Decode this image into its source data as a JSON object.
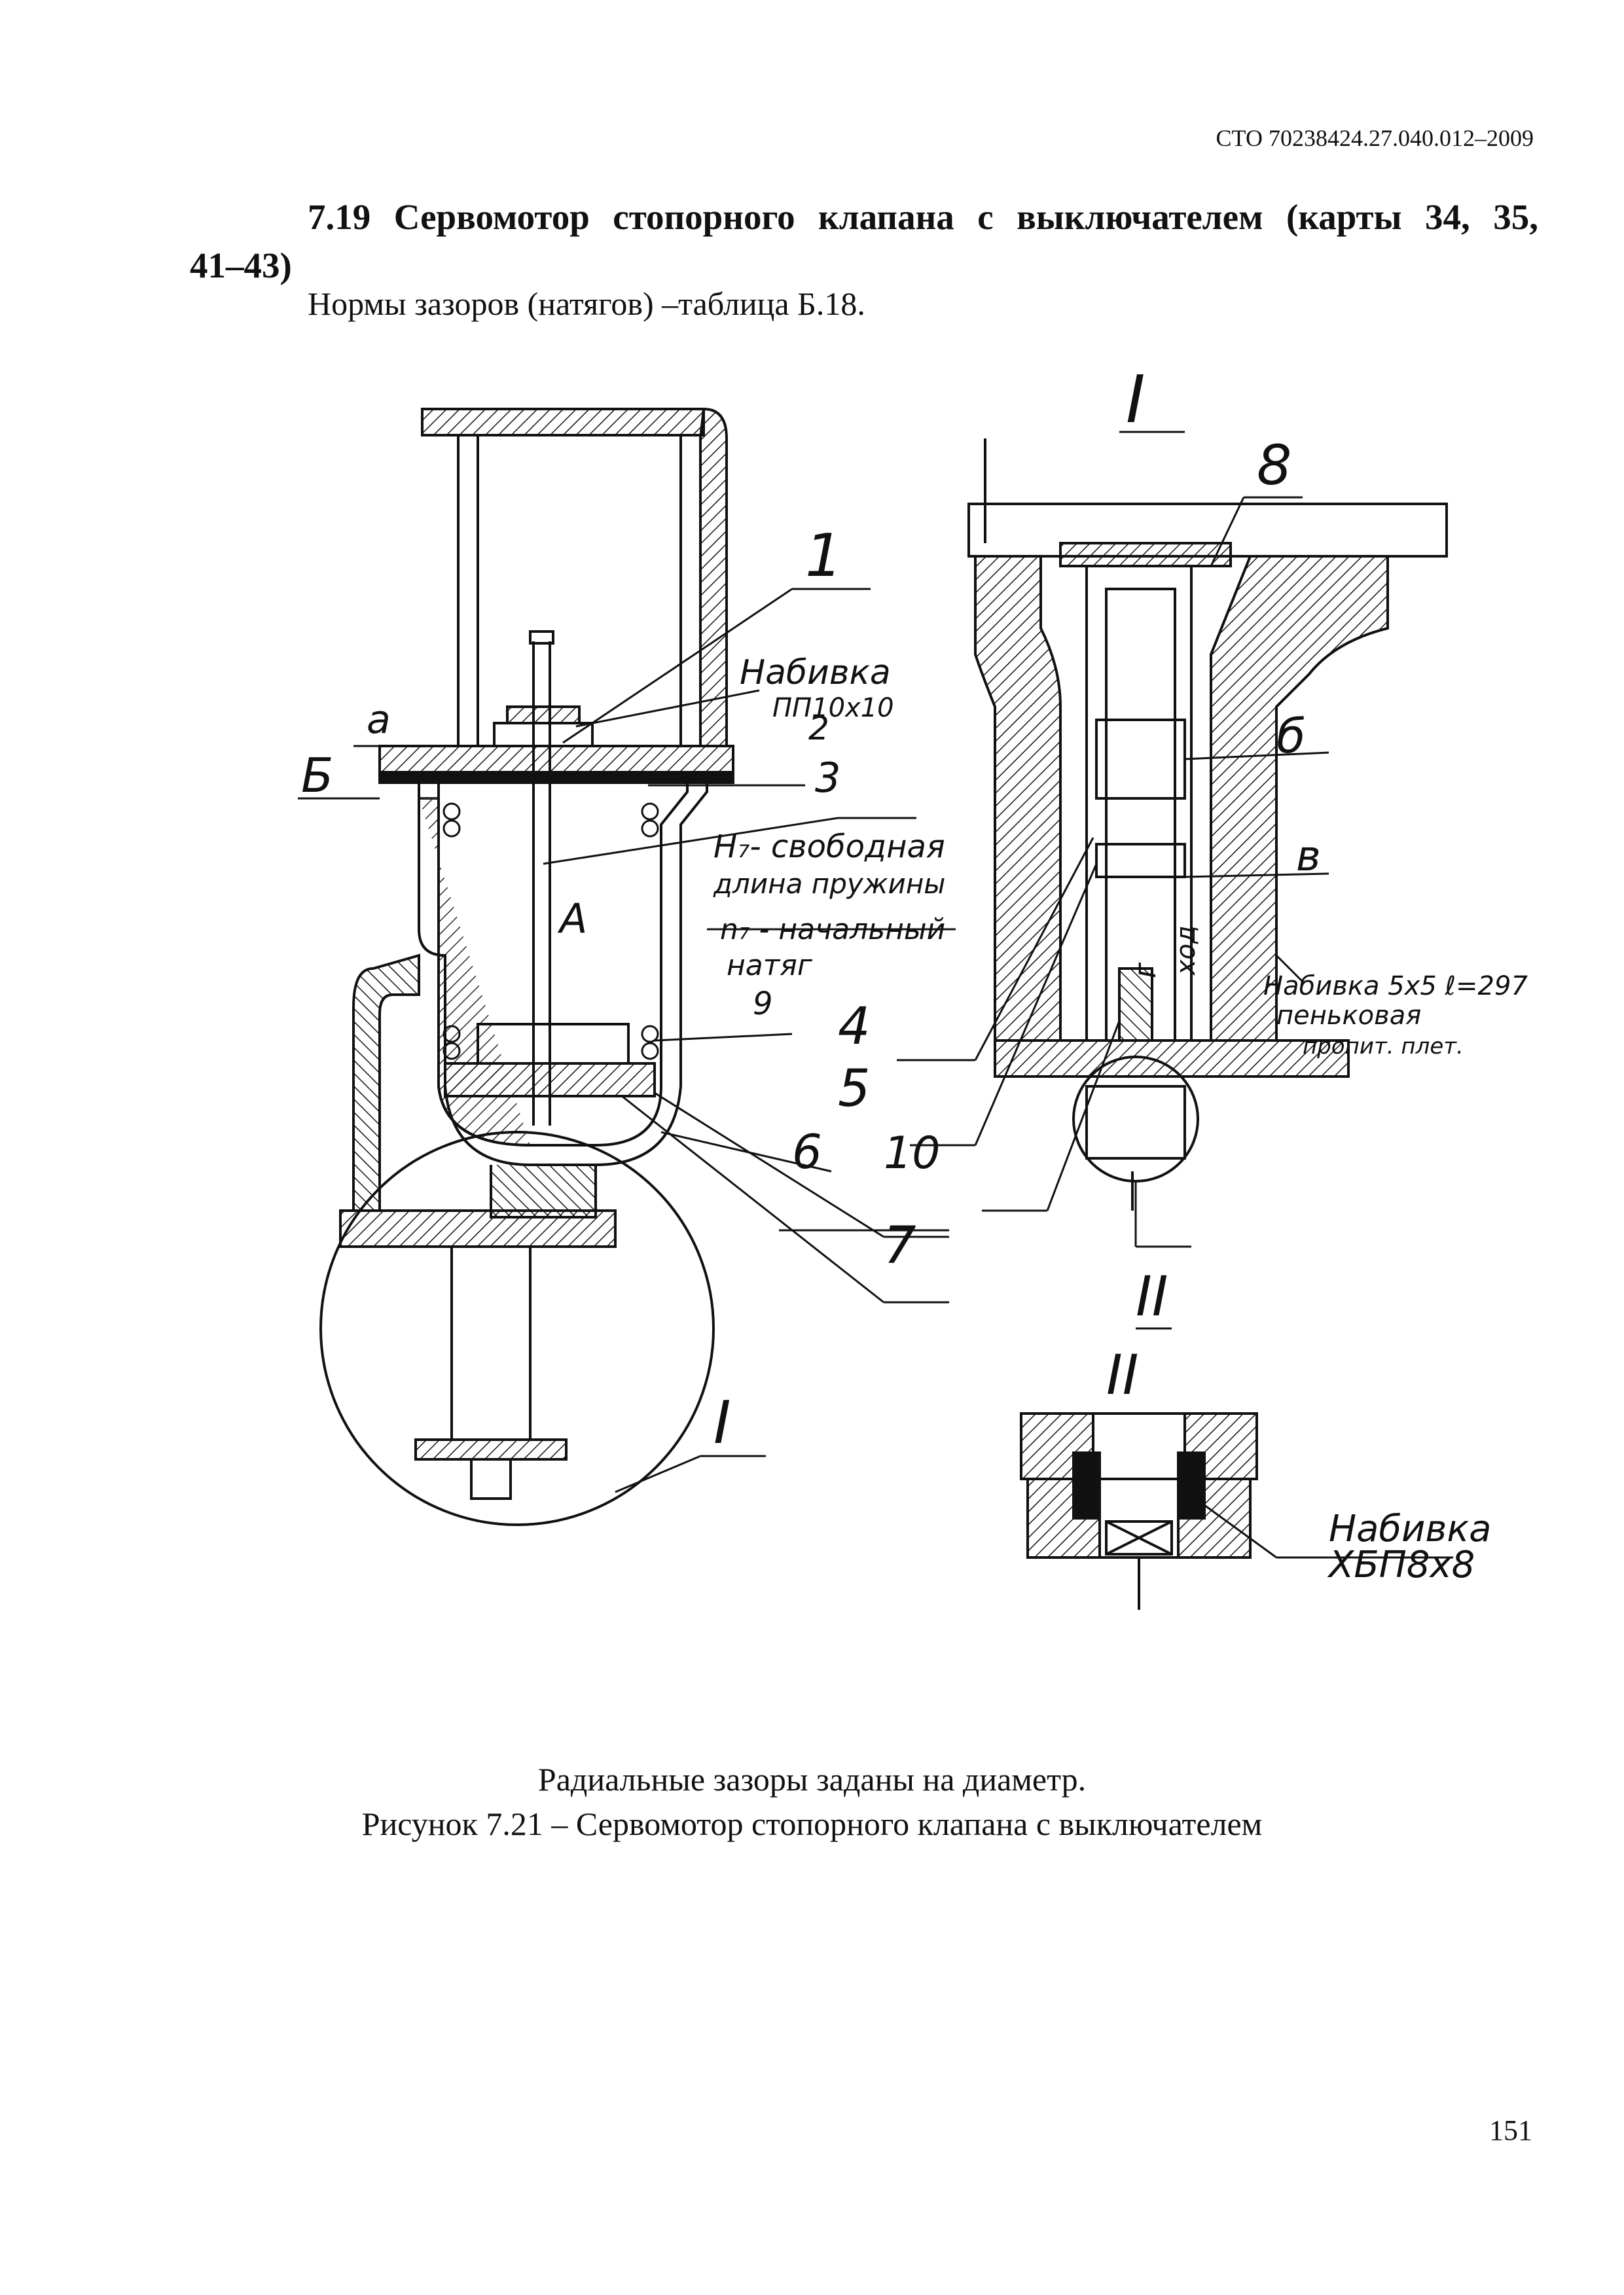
{
  "header": {
    "document_code": "СТО 70238424.27.040.012–2009"
  },
  "section": {
    "heading_line1": "7.19 Сервомотор стопорного клапана с выключателем (карты 34, 35,",
    "heading_line2": "41–43)",
    "norms_text": "Нормы зазоров (натягов) –таблица Б.18."
  },
  "figure": {
    "labels": {
      "view_I_top": "I",
      "n1": "1",
      "n2": "2",
      "n3": "3",
      "n4": "4",
      "n5": "5",
      "n6": "6",
      "n7": "7",
      "n8": "8",
      "n9": "9",
      "n10": "10",
      "a": "а",
      "B_left": "Б",
      "A": "А",
      "b_right": "б",
      "v_right": "в",
      "g": "г",
      "hod": "ход",
      "view_I_bottom": "I",
      "view_II_callout": "II",
      "view_II_title": "II",
      "packing1_line1": "Набивка",
      "packing1_line2": "ПП10х10",
      "spring_line1": "Н₇- свободная",
      "spring_line2": "длина пружины",
      "spring_line3": "n₇ - начальный",
      "spring_line4": "натяг",
      "packing2_line1": "Набивка 5х5 ℓ=297",
      "packing2_line2": "пеньковая",
      "packing2_line3": "пропит. плет.",
      "packing3_line1": "Набивка",
      "packing3_line2": "ХБП8х8"
    }
  },
  "caption": {
    "line1": "Радиальные зазоры заданы на диаметр.",
    "line2": "Рисунок 7.21 – Сервомотор стопорного клапана с выключателем"
  },
  "footer": {
    "page_number": "151"
  }
}
